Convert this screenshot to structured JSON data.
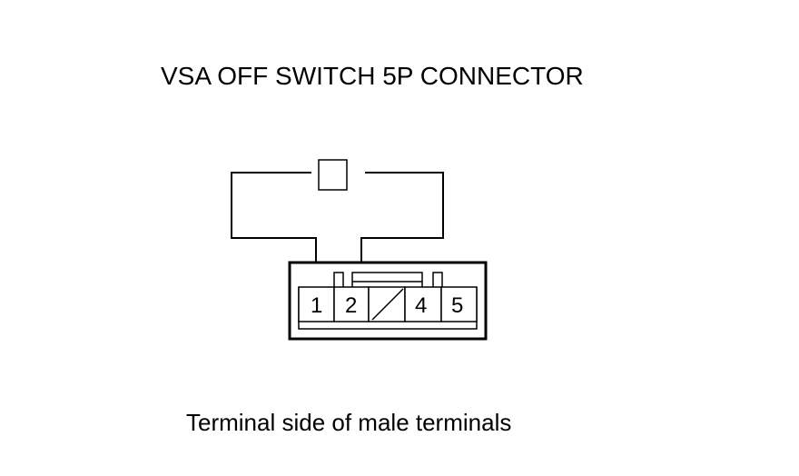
{
  "diagram": {
    "title": "VSA OFF SWITCH 5P CONNECTOR",
    "caption": "Terminal side of male terminals",
    "terminals": [
      {
        "id": "1",
        "label": "1"
      },
      {
        "id": "2",
        "label": "2"
      },
      {
        "id": "3",
        "label": ""
      },
      {
        "id": "4",
        "label": "4"
      },
      {
        "id": "5",
        "label": "5"
      }
    ],
    "meter_symbol": "component-box-icon",
    "colors": {
      "line": "#000000",
      "background": "#ffffff"
    }
  }
}
